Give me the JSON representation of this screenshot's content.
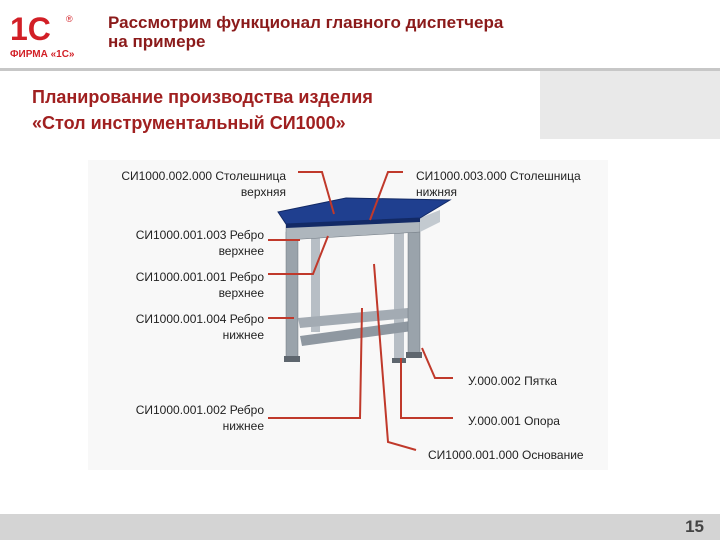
{
  "header": {
    "logo_text": "1С",
    "logo_sub": "ФИРМА «1С»",
    "logo_reg": "®",
    "title_line1": "Рассмотрим функционал главного диспетчера",
    "title_line2": "на примере"
  },
  "subtitle": {
    "line1": "Планирование производства изделия",
    "line2": "«Стол инструментальный СИ1000»"
  },
  "callouts": [
    {
      "line1": "СИ1000.002.000 Столешница",
      "line2": "верхняя"
    },
    {
      "line1": "СИ1000.003.000 Столешница",
      "line2": "нижняя"
    },
    {
      "line1": "СИ1000.001.003 Ребро",
      "line2": "верхнее"
    },
    {
      "line1": "СИ1000.001.001 Ребро",
      "line2": "верхнее"
    },
    {
      "line1": "СИ1000.001.004 Ребро",
      "line2": "нижнее"
    },
    {
      "line1": "СИ1000.001.002 Ребро",
      "line2": "нижнее"
    },
    {
      "line1": "У.000.002 Пятка"
    },
    {
      "line1": "У.000.001 Опора"
    },
    {
      "line1": "СИ1000.001.000 Основание"
    }
  ],
  "colors": {
    "title": "#8b1a1a",
    "leader_line": "#c0392b",
    "tabletop": "#1f3f8f",
    "frame": "#9aa3ab"
  },
  "page_number": "15"
}
